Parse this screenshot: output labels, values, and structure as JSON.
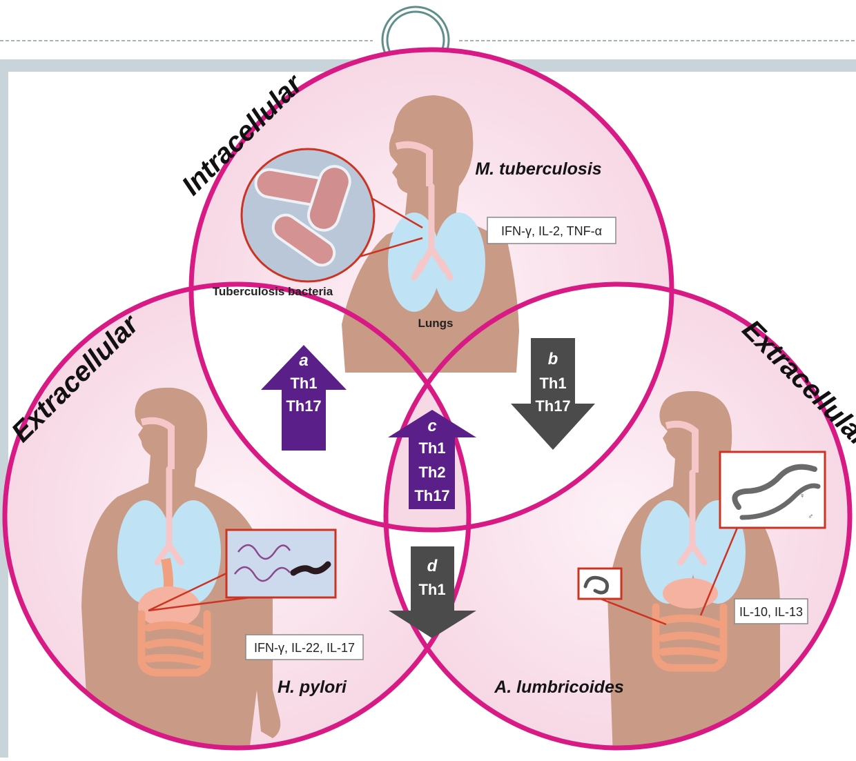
{
  "colors": {
    "ring": "#d81b84",
    "ring_fill": "#f8dbe8",
    "frame": "#c9d3da",
    "body": "#c99a86",
    "lung": "#bfe2f4",
    "intestine": "#f0a07e",
    "airway": "#f6c7c9",
    "arrow_purple": "#5b1f8a",
    "arrow_gray": "#4b4b4b",
    "inset_border": "#cc3322"
  },
  "titles": {
    "top": "Intracellular",
    "left": "Extracellular",
    "right": "Extracellular"
  },
  "pathogens": {
    "top": {
      "species": "M. tuberculosis",
      "cytokines": "IFN-γ, IL-2, TNF-α",
      "inset_label": "Tuberculosis bacteria",
      "organ_label": "Lungs"
    },
    "left": {
      "species": "H. pylori",
      "cytokines": "IFN-γ, IL-22, IL-17"
    },
    "right": {
      "species": "A. lumbricoides",
      "cytokines": "IL-10, IL-13"
    }
  },
  "arrows": {
    "a": {
      "letter": "a",
      "line1": "Th1",
      "line2": "Th17"
    },
    "b": {
      "letter": "b",
      "line1": "Th1",
      "line2": "Th17"
    },
    "c": {
      "letter": "c",
      "line1": "Th1",
      "line2": "Th2",
      "line3": "Th17"
    },
    "d": {
      "letter": "d",
      "line1": "Th1"
    }
  }
}
